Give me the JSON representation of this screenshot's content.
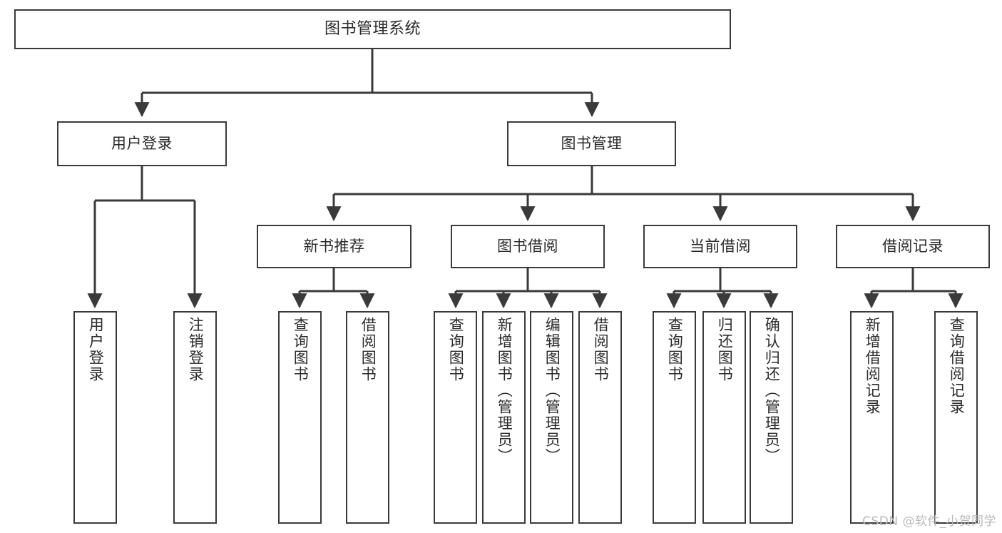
{
  "diagram": {
    "title": "图书管理系统",
    "type": "tree-hierarchy",
    "colors": {
      "box_border": "#3a3a3a",
      "box_fill": "#ffffff",
      "connector": "#3a3a3a",
      "text": "#2b2b2b",
      "watermark": "#b9b9b9",
      "background": "#ffffff"
    },
    "root": {
      "label": "图书管理系统"
    },
    "level2": [
      {
        "label": "用户登录"
      },
      {
        "label": "图书管理"
      }
    ],
    "level3": [
      {
        "label": "新书推荐"
      },
      {
        "label": "图书借阅"
      },
      {
        "label": "当前借阅"
      },
      {
        "label": "借阅记录"
      }
    ],
    "leaves": {
      "user_login": [
        {
          "label": "用户登录"
        },
        {
          "label": "注销登录"
        }
      ],
      "new_book_recommend": [
        {
          "label": "查询图书"
        },
        {
          "label": "借阅图书"
        }
      ],
      "book_borrow": [
        {
          "label": "查询图书"
        },
        {
          "label": "新增图书（管理员）"
        },
        {
          "label": "编辑图书（管理员）"
        },
        {
          "label": "借阅图书"
        }
      ],
      "current_borrow": [
        {
          "label": "查询图书"
        },
        {
          "label": "归还图书"
        },
        {
          "label": "确认归还（管理员）"
        }
      ],
      "borrow_record": [
        {
          "label": "新增借阅记录"
        },
        {
          "label": "查询借阅记录"
        }
      ]
    }
  },
  "watermark": {
    "text": "CSDN @软件_小贺同学"
  }
}
